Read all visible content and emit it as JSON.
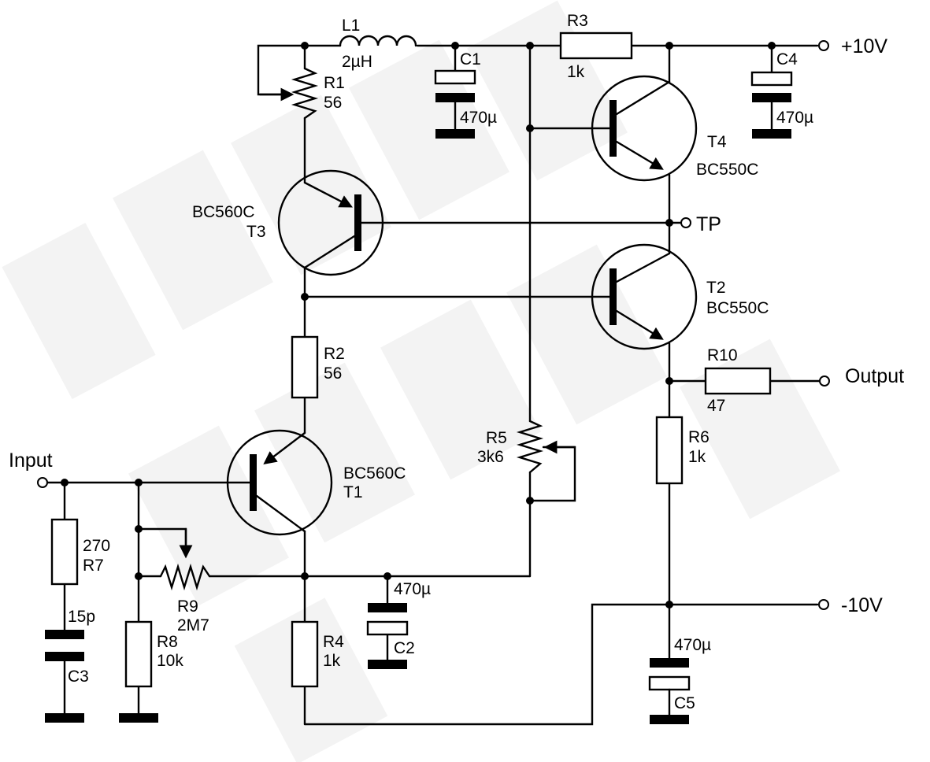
{
  "labels": {
    "l1": "L1",
    "l1_val": "2µH",
    "r3": "R3",
    "r3_val": "1k",
    "c1": "C1",
    "c1_val": "470µ",
    "c4": "C4",
    "c4_val": "470µ",
    "plus10": "+10V",
    "r1": "R1",
    "r1_val": "56",
    "t4": "T4",
    "t4_type": "BC550C",
    "t3_type": "BC560C",
    "t3": "T3",
    "tp": "TP",
    "t2": "T2",
    "t2_type": "BC550C",
    "r2": "R2",
    "r2_val": "56",
    "r10": "R10",
    "r10_val": "47",
    "output": "Output",
    "r5": "R5",
    "r5_val": "3k6",
    "r6": "R6",
    "r6_val": "1k",
    "input": "Input",
    "t1_type": "BC560C",
    "t1": "T1",
    "r7_val": "270",
    "r7": "R7",
    "c2_val": "470µ",
    "c2": "C2",
    "r9": "R9",
    "r9_val": "2M7",
    "minus10": "-10V",
    "c3_val": "15p",
    "c3": "C3",
    "r8": "R8",
    "r8_val": "10k",
    "r4": "R4",
    "r4_val": "1k",
    "c5_val": "470µ",
    "c5": "C5"
  }
}
